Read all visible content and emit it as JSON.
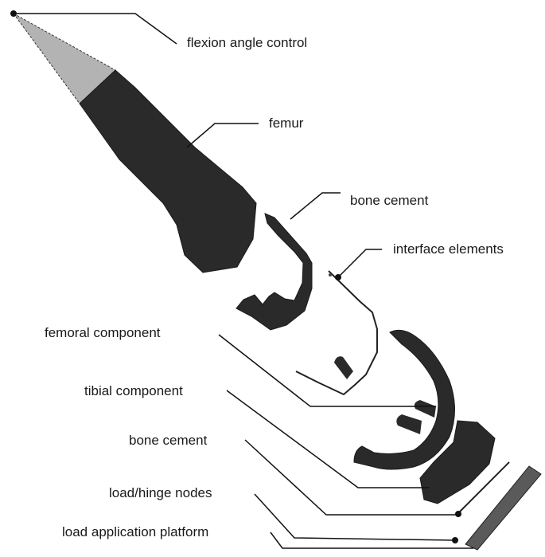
{
  "labels": {
    "flexion_angle_control": "flexion angle control",
    "femur": "femur",
    "bone_cement_upper": "bone cement",
    "interface_elements": "interface elements",
    "femoral_component": "femoral component",
    "tibial_component": "tibial component",
    "bone_cement_lower": "bone cement",
    "load_hinge_nodes": "load/hinge nodes",
    "load_application_platform": "load application platform"
  },
  "colors": {
    "background": "#ffffff",
    "part_fill": "#2a2a2a",
    "flexion_cone_fill": "#b3b3b3",
    "leader_line": "#111111",
    "platform_fill": "#5a5a5a"
  }
}
